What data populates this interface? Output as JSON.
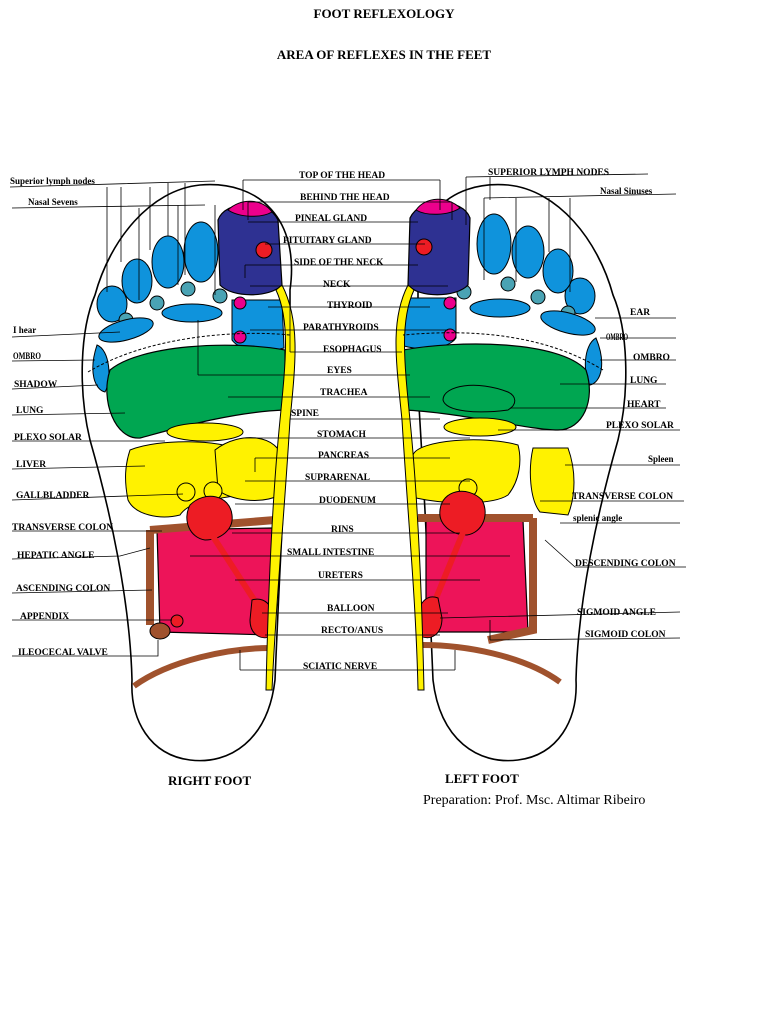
{
  "title": "FOOT REFLEXOLOGY",
  "subtitle": "AREA OF REFLEXES IN THE FEET",
  "right_foot_label": "RIGHT FOOT",
  "left_foot_label": "LEFT FOOT",
  "credit": "Preparation: Prof. Msc. Altimar Ribeiro",
  "labels_left": {
    "superior_lymph_nodes": "Superior lymph nodes",
    "nasal_sevens": "Nasal Sevens",
    "i_hear": "I hear",
    "ombro": "OMBRO",
    "shadow": "SHADOW",
    "lung": "LUNG",
    "plexo_solar": "PLEXO SOLAR",
    "liver": "LIVER",
    "gallbladder": "GALLBLADDER",
    "transverse_colon": "TRANSVERSE COLON",
    "hepatic_angle": "HEPATIC ANGLE",
    "ascending_colon": "ASCENDING COLON",
    "appendix": "APPENDIX",
    "ileocecal_valve": "ILEOCECAL VALVE"
  },
  "labels_center": {
    "top_of_head": "TOP OF THE HEAD",
    "behind_head": "BEHIND THE HEAD",
    "pineal_gland": "PINEAL GLAND",
    "pituitary_gland": "PITUITARY GLAND",
    "side_of_neck": "SIDE OF THE NECK",
    "neck": "NECK",
    "thyroid": "THYROID",
    "parathyroids": "PARATHYROIDS",
    "esophagus": "ESOPHAGUS",
    "eyes": "EYES",
    "trachea": "TRACHEA",
    "spine": "SPINE",
    "stomach": "STOMACH",
    "pancreas": "PANCREAS",
    "suprarenal": "SUPRARENAL",
    "duodenum": "DUODENUM",
    "rins": "RINS",
    "small_intestine": "SMALL INTESTINE",
    "ureters": "URETERS",
    "balloon": "BALLOON",
    "recto_anus": "RECTO/ANUS",
    "sciatic_nerve": "SCIATIC NERVE"
  },
  "labels_right": {
    "superior_lymph_nodes": "SUPERIOR LYMPH NODES",
    "nasal_sinuses": "Nasal Sinuses",
    "ear": "EAR",
    "ombro": "OMBRO",
    "lung": "LUNG",
    "heart": "HEART",
    "plexo_solar": "PLEXO SOLAR",
    "spleen": "Spleen",
    "transverse_colon": "TRANSVERSE COLON",
    "splenic_angle": "splenic angle",
    "descending_colon": "DESCENDING COLON",
    "sigmoid_angle": "SIGMOID ANGLE",
    "sigmoid_colon": "SIGMOID COLON"
  },
  "colors": {
    "toes": "#0f93dc",
    "head": "#2e3192",
    "head_accent": "#ec008c",
    "pituitary": "#ed1c24",
    "lymph": "#4aa3b4",
    "lung": "#00a651",
    "digestive": "#fff200",
    "kidney": "#ed1c24",
    "intestine": "#ed1459",
    "colon": "#a0522d"
  }
}
